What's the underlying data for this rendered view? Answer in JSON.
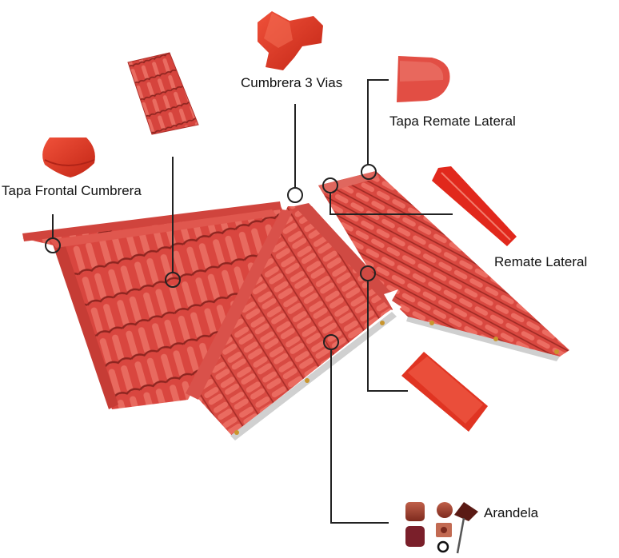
{
  "diagram": {
    "type": "exploded-roof-components",
    "colors": {
      "tile": "#d9463f",
      "tile_dark": "#b8322d",
      "tile_shadow": "#9e2a25",
      "accessory_bright": "#e8321e",
      "washer_brown": "#9c3a2a",
      "callout_line": "#222222",
      "flashing": "#c9c9c9",
      "background": "#ffffff"
    },
    "labels": {
      "cumbrera_3_vias": "Cumbrera 3 Vias",
      "tapa_remate_lateral": "Tapa Remate Lateral",
      "tapa_frontal_cumbrera": "Tapa Frontal Cumbrera",
      "remate_lateral": "Remate Lateral",
      "arandela": "Arandela"
    },
    "components": [
      {
        "id": "tile-sheet",
        "label": "",
        "callout": "tile on left roof plane"
      },
      {
        "id": "cumbrera-3-vias",
        "label": "Cumbrera 3 Vias",
        "callout": "ridge junction"
      },
      {
        "id": "tapa-remate-lateral",
        "label": "Tapa Remate Lateral",
        "callout": "end of ridge, right"
      },
      {
        "id": "tapa-frontal-cumbrera",
        "label": "Tapa Frontal Cumbrera",
        "callout": "front ridge cap, left"
      },
      {
        "id": "remate-lateral",
        "label": "Remate Lateral",
        "callout": "side ridge trim"
      },
      {
        "id": "cumbrera",
        "label": "",
        "callout": "hip ridge"
      },
      {
        "id": "arandela",
        "label": "Arandela",
        "callout": "washer / fastener set"
      }
    ]
  }
}
